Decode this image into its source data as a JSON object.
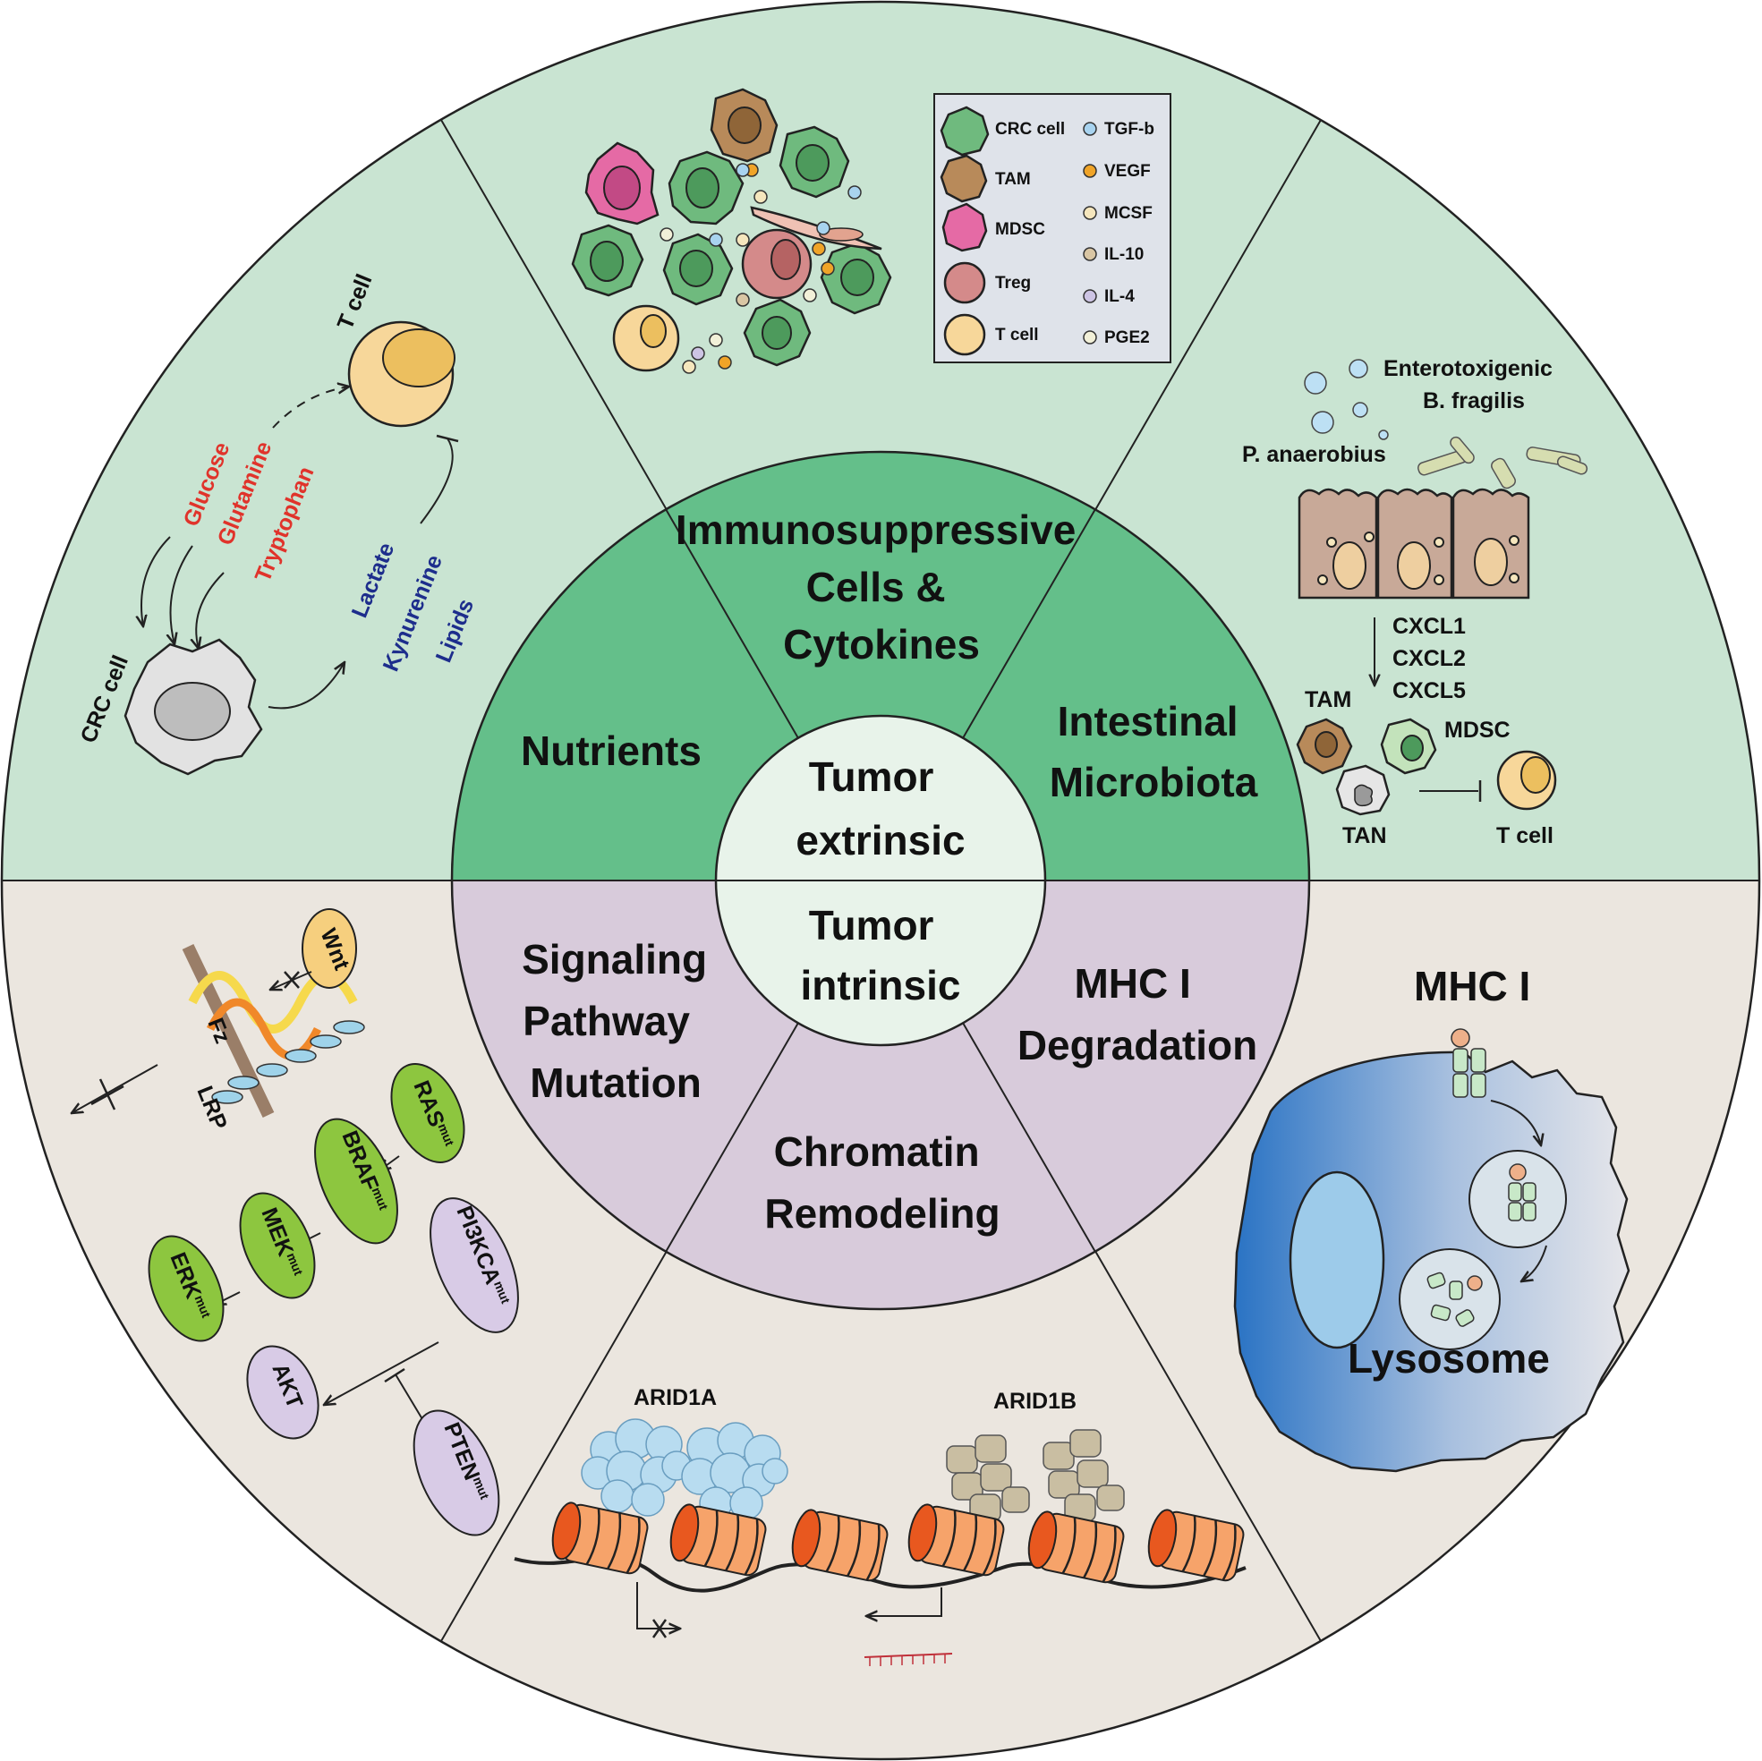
{
  "center": {
    "extrinsic": [
      "Tumor",
      "extrinsic"
    ],
    "intrinsic": [
      "Tumor",
      "intrinsic"
    ]
  },
  "ring": {
    "nutrients": [
      "Nutrients"
    ],
    "immuno": [
      "Immunosuppressive",
      "Cells &",
      "Cytokines"
    ],
    "microbiota": [
      "Intestinal",
      "Microbiota"
    ],
    "signaling": [
      "Signaling",
      "Pathway",
      "Mutation"
    ],
    "chromatin": [
      "Chromatin",
      "Remodeling"
    ],
    "mhc": [
      "MHC I",
      "Degradation"
    ]
  },
  "nutrients_panel": {
    "t_cell": "T cell",
    "crc_cell": "CRC cell",
    "inputs": [
      "Glucose",
      "Glutamine",
      "Tryptophan"
    ],
    "outputs": [
      "Lactate",
      "Kynurenine",
      "Lipids"
    ]
  },
  "immuno_panel": {
    "legend_cells": [
      "CRC cell",
      "TAM",
      "MDSC",
      "Treg",
      "T cell"
    ],
    "legend_factors": [
      "TGF-b",
      "VEGF",
      "MCSF",
      "IL-10",
      "IL-4",
      "PGE2"
    ],
    "colors": {
      "crc": "#6fba7e",
      "tam": "#b88a5a",
      "mdsc": "#e56aa5",
      "treg": "#d48a8a",
      "tcell": "#f7d79a",
      "tgfb": "#a8d3ef",
      "vegf": "#f0a428",
      "mcsf": "#f5e6bd",
      "il10": "#d9c6a4",
      "il4": "#cdc4e4",
      "pge2": "#f2f0d8"
    }
  },
  "microbiota_panel": {
    "bacteria1": [
      "Enterotoxigenic",
      "B. fragilis"
    ],
    "bacteria2": "P. anaerobius",
    "chemokines": [
      "CXCL1",
      "CXCL2",
      "CXCL5"
    ],
    "tam": "TAM",
    "mdsc": "MDSC",
    "tan": "TAN",
    "t_cell": "T cell"
  },
  "signaling_panel": {
    "wnt": "Wnt",
    "fz": "Fz",
    "lrp": "LRP",
    "ras": "RAS",
    "braf": "BRAF",
    "mek": "MEK",
    "erk": "ERK",
    "pi3kca": "PI3KCA",
    "akt": "AKT",
    "pten": "PTEN",
    "mut": "mut"
  },
  "chromatin_panel": {
    "arid1a": "ARID1A",
    "arid1b": "ARID1B"
  },
  "mhc_panel": {
    "title": "MHC I",
    "lysosome": "Lysosome"
  },
  "colors": {
    "upper_bg": "#c9e4d2",
    "lower_bg": "#ebe6df",
    "ring_green": "#64bf8a",
    "ring_purple": "#d8cbdb",
    "center": "#e8f3ea"
  }
}
